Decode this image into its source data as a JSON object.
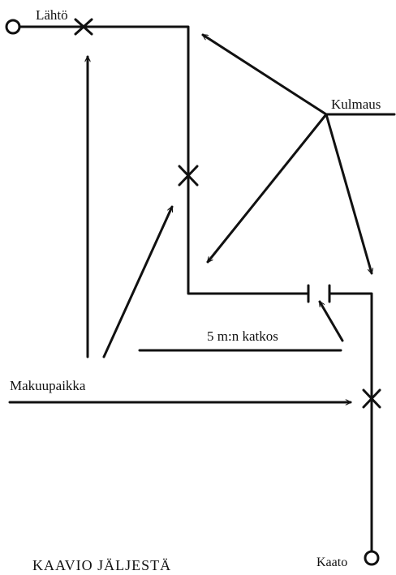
{
  "labels": {
    "start": "Lähtö",
    "corner": "Kulmaus",
    "pause": "5 m:n katkos",
    "bed": "Makuupaikka",
    "kill": "Kaato",
    "caption": "KAAVIO JÄLJESTÄ"
  },
  "colors": {
    "ink": "#111111",
    "background": "#ffffff"
  }
}
